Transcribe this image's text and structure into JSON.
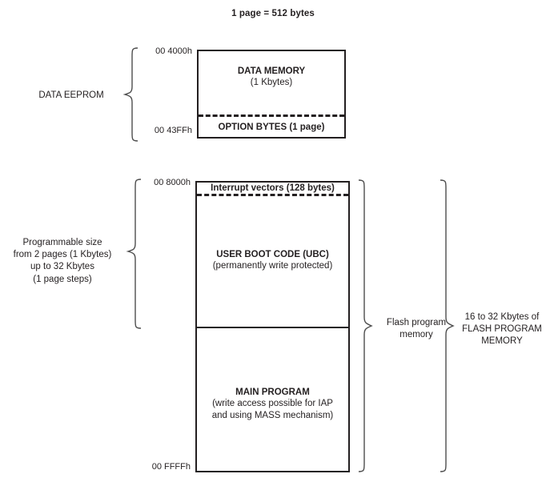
{
  "diagram": {
    "title": "1 page = 512 bytes",
    "eeprom": {
      "brace_label": "DATA EEPROM",
      "addr_top": "00 4000h",
      "addr_bottom": "00 43FFh",
      "data_memory_title": "DATA MEMORY",
      "data_memory_size": "(1 Kbytes)",
      "option_bytes": "OPTION BYTES (1 page)"
    },
    "flash": {
      "addr_top": "00 8000h",
      "addr_bottom": "00 FFFFh",
      "interrupt_vectors": "Interrupt vectors (128 bytes)",
      "ubc_title": "USER BOOT CODE (UBC)",
      "ubc_sub": "(permanently write protected)",
      "main_title": "MAIN PROGRAM",
      "main_sub_line1": "(write access possible for IAP",
      "main_sub_line2": "and using MASS mechanism)",
      "left_label_line1": "Programmable size",
      "left_label_line2": "from 2 pages (1 Kbytes)",
      "left_label_line3": "up to 32 Kbytes",
      "left_label_line4": "(1 page steps)",
      "inner_brace_label_line1": "Flash program",
      "inner_brace_label_line2": "memory",
      "outer_brace_label_line1": "16 to 32 Kbytes of",
      "outer_brace_label_line2": "FLASH PROGRAM",
      "outer_brace_label_line3": "MEMORY"
    }
  },
  "colors": {
    "ink": "#231f20",
    "background": "#ffffff"
  }
}
